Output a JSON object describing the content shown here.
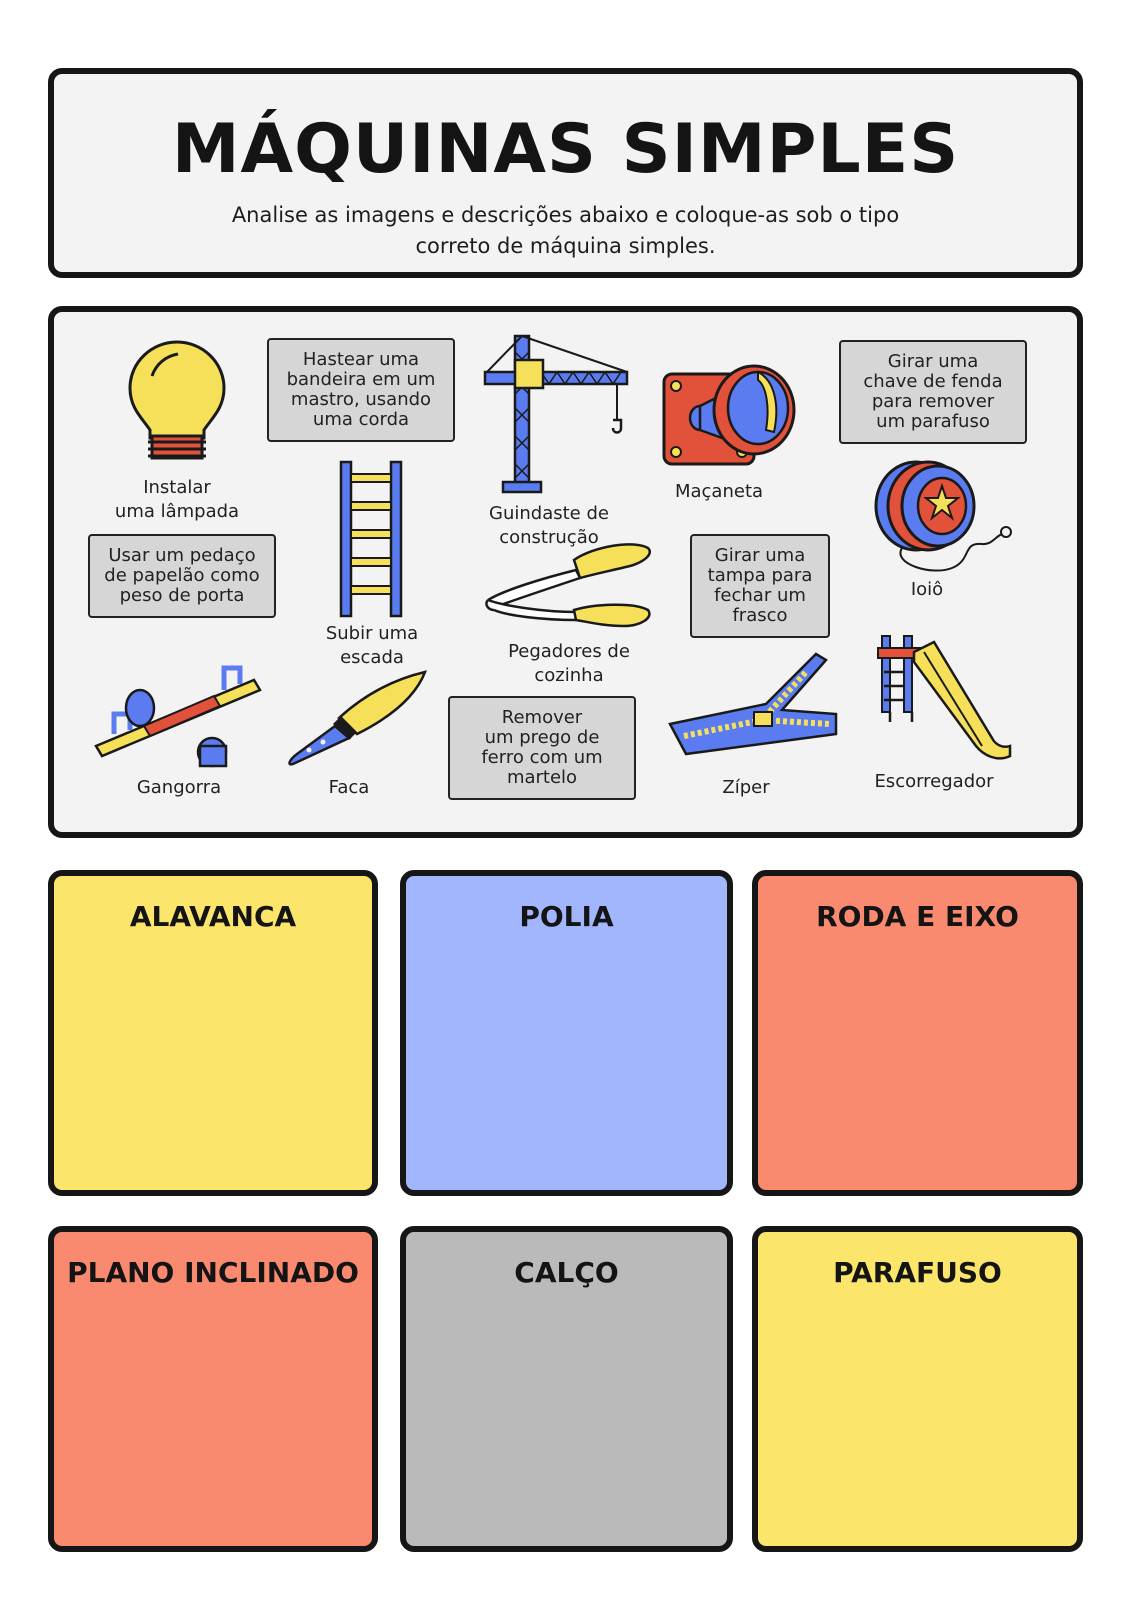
{
  "header": {
    "title": "MÁQUINAS SIMPLES",
    "subtitle": "Analise as imagens e descrições abaixo e coloque-as sob o tipo correto de máquina simples."
  },
  "items": {
    "lampada": {
      "label": "Instalar\numa lâmpada",
      "icon": "light-bulb-icon"
    },
    "escada": {
      "label": "Subir uma\nescada",
      "icon": "ladder-icon"
    },
    "guindaste": {
      "label": "Guindaste de\nconstrução",
      "icon": "crane-icon"
    },
    "macaneta": {
      "label": "Maçaneta",
      "icon": "doorknob-icon"
    },
    "ioio": {
      "label": "Ioiô",
      "icon": "yoyo-icon"
    },
    "pegadores": {
      "label": "Pegadores de\ncozinha",
      "icon": "kitchen-tongs-icon"
    },
    "gangorra": {
      "label": "Gangorra",
      "icon": "seesaw-icon"
    },
    "faca": {
      "label": "Faca",
      "icon": "knife-icon"
    },
    "ziper": {
      "label": "Zíper",
      "icon": "zipper-icon"
    },
    "escorregador": {
      "label": "Escorregador",
      "icon": "slide-icon"
    }
  },
  "descriptions": {
    "bandeira": [
      "Hastear uma",
      "bandeira em um",
      "mastro, usando",
      "uma corda"
    ],
    "chave": [
      "Girar uma",
      "chave de fenda",
      "para remover",
      "um parafuso"
    ],
    "papelao": [
      "Usar um pedaço",
      "de papelão como",
      "peso de porta"
    ],
    "tampa": [
      "Girar uma",
      "tampa para",
      "fechar um",
      "frasco"
    ],
    "prego": [
      "Remover",
      "um prego de",
      "ferro com um",
      "martelo"
    ]
  },
  "categories": {
    "alavanca": "ALAVANCA",
    "polia": "POLIA",
    "roda_eixo": "RODA E EIXO",
    "plano_inclinado": "PLANO INCLINADO",
    "calco": "CALÇO",
    "parafuso": "PARAFUSO"
  },
  "colors": {
    "yellow": "#fbe56a",
    "blue": "#a2b6fd",
    "coral": "#f98a6f",
    "grey": "#bababa",
    "icon_blue": "#5b7cf0",
    "icon_red": "#e2513a",
    "icon_yellow": "#f6e05a"
  }
}
